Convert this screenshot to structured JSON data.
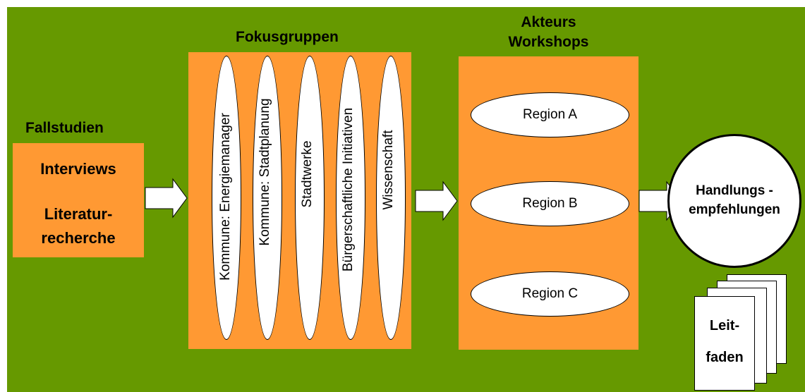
{
  "fallstudien": {
    "title": "Fallstudien",
    "items": [
      "Interviews",
      "Literatur-",
      "recherche"
    ]
  },
  "fokusgruppen": {
    "title": "Fokusgruppen",
    "groups": [
      "Kommune: Energiemanager",
      "Kommune: Stadtplanung",
      "Stadtwerke",
      "Bürgerschaftliche Initiativen",
      "Wissenschaft"
    ]
  },
  "workshops": {
    "title_line1": "Akteurs",
    "title_line2": "Workshops",
    "regions": [
      "Region A",
      "Region B",
      "Region C"
    ]
  },
  "result": {
    "line1": "Handlungs -",
    "line2": "empfehlungen"
  },
  "leitfaden": {
    "line1": "Leit-",
    "line2": "faden"
  },
  "colors": {
    "background": "#669900",
    "box": "#FF9933",
    "shape_fill": "#FFFFFF"
  }
}
